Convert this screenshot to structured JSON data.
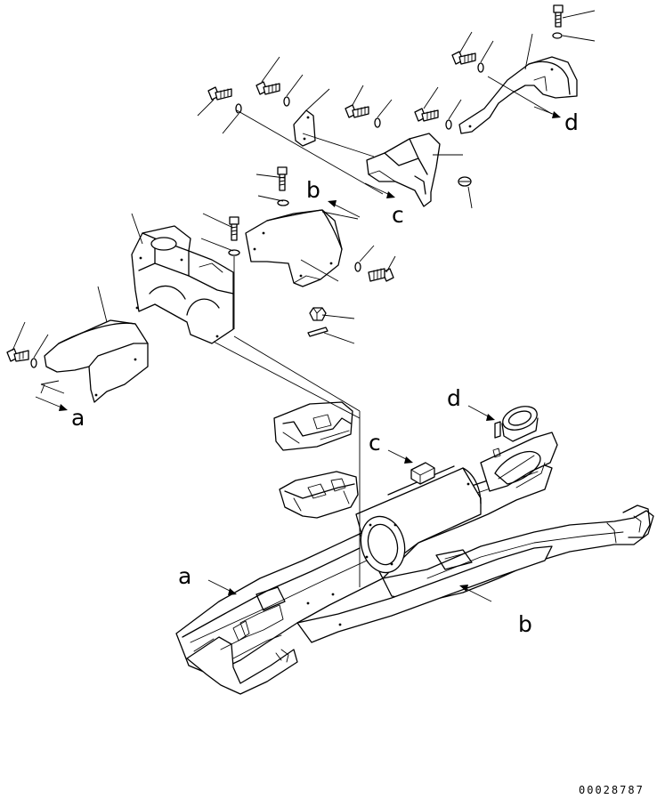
{
  "labels": {
    "a_left": "a",
    "a_frame": "a",
    "b_top": "b",
    "b_frame": "b",
    "c_top": "c",
    "c_frame": "c",
    "d_top": "d",
    "d_frame": "d"
  },
  "drawing_number": "00028787"
}
